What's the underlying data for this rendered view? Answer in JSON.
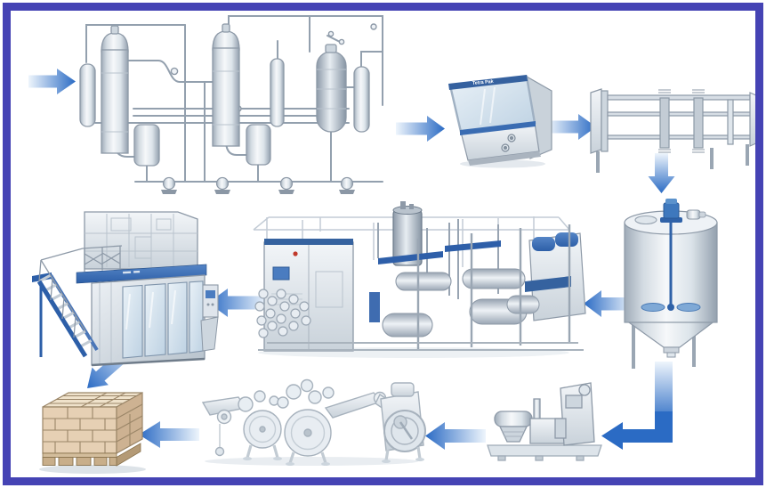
{
  "labels": {
    "cabinet_banner": "Tetra Pak"
  },
  "colors": {
    "border": "#4543b4",
    "arrow_blue": "#2b6bc4",
    "accent_blue": "#2d5fa8",
    "agitator_blue": "#3e78bd",
    "machine_gray": "#e8edf2",
    "carton_tan": "#e6d0b4",
    "background": "#ffffff"
  },
  "nodes": [
    {
      "id": "evaporator",
      "name": "evaporator-columns-unit"
    },
    {
      "id": "tetra-pak-cabinet",
      "name": "tetra-pak-control-cabinet"
    },
    {
      "id": "plate-heat-exchanger",
      "name": "plate-heat-exchanger-frame"
    },
    {
      "id": "agitated-tank",
      "name": "mixing-tank-with-agitator"
    },
    {
      "id": "uht-plant",
      "name": "uht-processing-plant"
    },
    {
      "id": "filling-machine",
      "name": "carton-filling-machine-with-stairs"
    },
    {
      "id": "pallet",
      "name": "pallet-of-cartons"
    },
    {
      "id": "round-machines",
      "name": "round-processing-machines"
    },
    {
      "id": "separator",
      "name": "separator-machine"
    }
  ],
  "flow": [
    {
      "from": "inlet",
      "to": "evaporator"
    },
    {
      "from": "evaporator",
      "to": "tetra-pak-cabinet"
    },
    {
      "from": "tetra-pak-cabinet",
      "to": "plate-heat-exchanger"
    },
    {
      "from": "plate-heat-exchanger",
      "to": "agitated-tank"
    },
    {
      "from": "agitated-tank",
      "to": "uht-plant"
    },
    {
      "from": "uht-plant",
      "to": "filling-machine"
    },
    {
      "from": "filling-machine",
      "to": "pallet"
    },
    {
      "from": "agitated-tank",
      "to": "separator"
    },
    {
      "from": "separator",
      "to": "round-machines"
    },
    {
      "from": "round-machines",
      "to": "pallet"
    }
  ]
}
